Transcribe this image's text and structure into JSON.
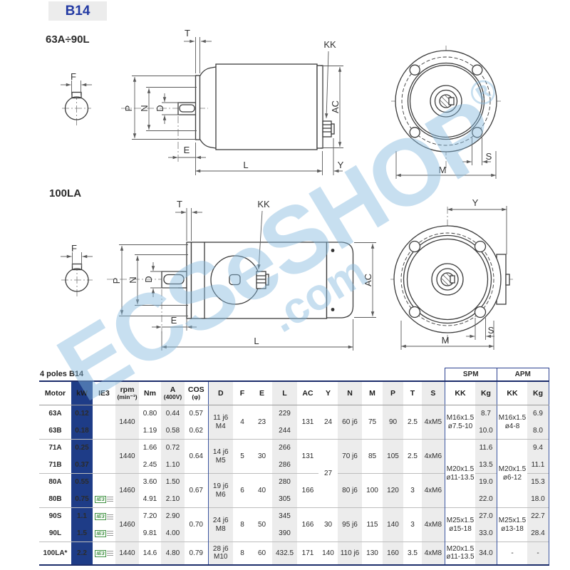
{
  "page": {
    "badge": "B14"
  },
  "colors": {
    "kw_column_blue": "#1e3c87",
    "border_navy": "#1c2d6b",
    "accent_line_blue": "#3b55a0",
    "watermark_blue": "#85b9de",
    "ie3_green": "#3f9142",
    "badge_bg": "#ececec",
    "shade_gray": "#ececec"
  },
  "diagram1": {
    "title": "63A÷90L"
  },
  "diagram2": {
    "title": "100LA"
  },
  "dims": {
    "T": "T",
    "F": "F",
    "P": "P",
    "N": "N",
    "D": "D",
    "E": "E",
    "L": "L",
    "KK": "KK",
    "AC": "AC",
    "Y": "Y",
    "M": "M",
    "S": "S"
  },
  "watermark": {
    "main": "ECSeSHOP",
    "reg": "®",
    "com": ".com"
  },
  "table": {
    "caption": "4 poles B14",
    "ie3_logo": "IE3",
    "col_groups": {
      "spm": "SPM",
      "apm": "APM"
    },
    "headers": {
      "motor": "Motor",
      "kw": "kW",
      "ie3": "IE3",
      "rpm": "rpm",
      "rpm_unit": "(min⁻¹)",
      "nm": "Nm",
      "a": "A",
      "a_unit": "(400V)",
      "cos": "COS",
      "cos_unit": "(φ)",
      "d": "D",
      "f": "F",
      "e": "E",
      "l": "L",
      "ac": "AC",
      "y": "Y",
      "n": "N",
      "m": "M",
      "p": "P",
      "t": "T",
      "s": "S",
      "kk": "KK",
      "kg": "Kg"
    },
    "groups": {
      "g63": {
        "rpm": "1440",
        "d1": "11 j6",
        "d2": "M4",
        "f": "4",
        "e": "23",
        "ac": "131",
        "y": "24",
        "n": "60 j6",
        "m": "75",
        "p": "90",
        "t": "2.5",
        "s": "4xM5",
        "spm_kk1": "M16x1.5",
        "spm_kk2": "ø7.5-10",
        "apm_kk1": "M16x1.5",
        "apm_kk2": "ø4-8"
      },
      "g71": {
        "rpm": "1440",
        "cos": "0.64",
        "d1": "14 j6",
        "d2": "M5",
        "f": "5",
        "e": "30",
        "ac": "131",
        "n": "70 j6",
        "m": "85",
        "p": "105",
        "t": "2.5",
        "s": "4xM6"
      },
      "g7180": {
        "y": "27",
        "spm_kk1": "M20x1.5",
        "spm_kk2": "ø11-13.5",
        "apm_kk1": "M20x1.5",
        "apm_kk2": "ø6-12"
      },
      "g80": {
        "rpm": "1460",
        "cos": "0.67",
        "d1": "19 j6",
        "d2": "M6",
        "f": "6",
        "e": "40",
        "ac": "166",
        "n": "80 j6",
        "m": "100",
        "p": "120",
        "t": "3",
        "s": "4xM6"
      },
      "g90": {
        "rpm": "1460",
        "cos": "0.70",
        "d1": "24 j6",
        "d2": "M8",
        "f": "8",
        "e": "50",
        "ac": "166",
        "y": "30",
        "n": "95 j6",
        "m": "115",
        "p": "140",
        "t": "3",
        "s": "4xM8",
        "spm_kk1": "M25x1.5",
        "spm_kk2": "ø15-18",
        "apm_kk1": "M25x1.5",
        "apm_kk2": "ø13-18"
      },
      "g100": {
        "rpm": "1440",
        "cos": "0.79",
        "d1": "28 j6",
        "d2": "M10",
        "f": "8",
        "e": "60",
        "ac": "171",
        "y": "140",
        "n": "110 j6",
        "m": "130",
        "p": "160",
        "t": "3.5",
        "s": "4xM8",
        "spm_kk1": "M20x1.5",
        "spm_kk2": "ø11-13.5",
        "apm_kk": "-",
        "apm_kg": "-"
      }
    },
    "rows": [
      {
        "motor": "63A",
        "kw": "0.12",
        "ie3": false,
        "nm": "0.80",
        "a": "0.44",
        "cos": "0.57",
        "l": "229",
        "spm_kg": "8.7",
        "apm_kg": "6.9"
      },
      {
        "motor": "63B",
        "kw": "0.18",
        "ie3": false,
        "nm": "1.19",
        "a": "0.58",
        "cos": "0.62",
        "l": "244",
        "spm_kg": "10.0",
        "apm_kg": "8.0"
      },
      {
        "motor": "71A",
        "kw": "0.25",
        "ie3": false,
        "nm": "1.66",
        "a": "0.72",
        "l": "266",
        "spm_kg": "11.6",
        "apm_kg": "9.4"
      },
      {
        "motor": "71B",
        "kw": "0.37",
        "ie3": false,
        "nm": "2.45",
        "a": "1.10",
        "l": "286",
        "spm_kg": "13.5",
        "apm_kg": "11.1"
      },
      {
        "motor": "80A",
        "kw": "0.55",
        "ie3": false,
        "nm": "3.60",
        "a": "1.50",
        "l": "280",
        "spm_kg": "19.0",
        "apm_kg": "15.3"
      },
      {
        "motor": "80B",
        "kw": "0.75",
        "ie3": true,
        "nm": "4.91",
        "a": "2.10",
        "l": "305",
        "spm_kg": "22.0",
        "apm_kg": "18.0"
      },
      {
        "motor": "90S",
        "kw": "1.1",
        "ie3": true,
        "nm": "7.20",
        "a": "2.90",
        "l": "345",
        "spm_kg": "27.0",
        "apm_kg": "22.7"
      },
      {
        "motor": "90L",
        "kw": "1.5",
        "ie3": true,
        "nm": "9.81",
        "a": "4.00",
        "l": "390",
        "spm_kg": "33.0",
        "apm_kg": "28.4"
      },
      {
        "motor": "100LA*",
        "kw": "2.2",
        "ie3": true,
        "nm": "14.6",
        "a": "4.80",
        "l": "432.5",
        "spm_kg": "34.0"
      }
    ]
  }
}
